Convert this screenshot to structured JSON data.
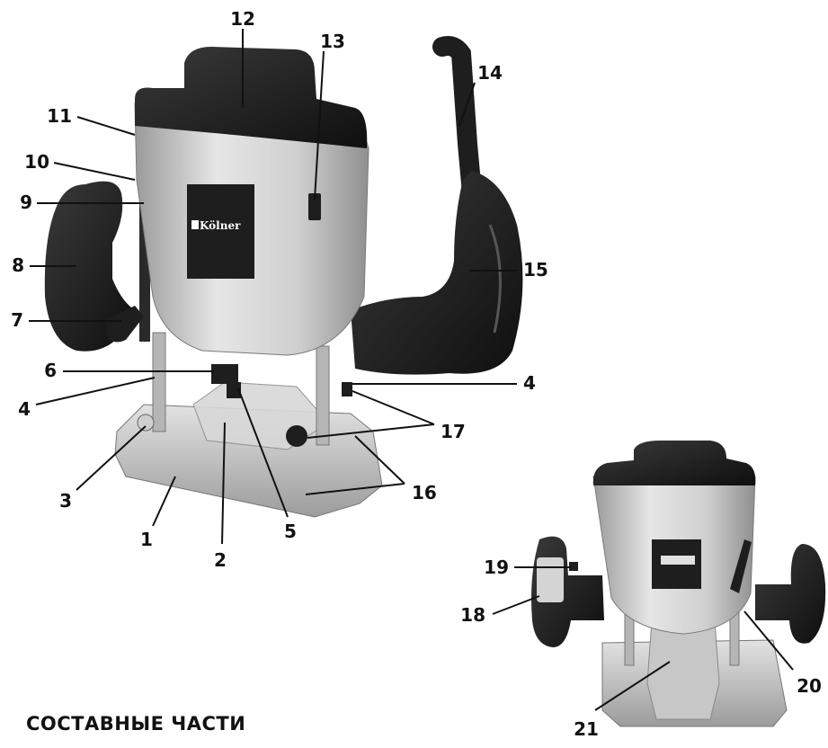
{
  "heading": "СОСТАВНЫЕ ЧАСТИ",
  "brand": "Kölner",
  "labels": {
    "n1": "1",
    "n2": "2",
    "n3": "3",
    "n4a": "4",
    "n4b": "4",
    "n5": "5",
    "n6": "6",
    "n7": "7",
    "n8": "8",
    "n9": "9",
    "n10": "10",
    "n11": "11",
    "n12": "12",
    "n13": "13",
    "n14": "14",
    "n15": "15",
    "n16": "16",
    "n17": "17",
    "n18": "18",
    "n19": "19",
    "n20": "20",
    "n21": "21"
  },
  "colors": {
    "body_silver": "#c9c9c9",
    "plastic_black": "#1e1e1e",
    "base_silver": "#bdbdbd",
    "line": "#111111"
  }
}
